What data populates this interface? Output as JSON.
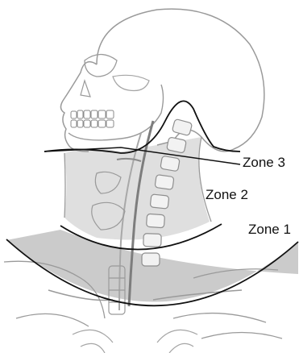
{
  "zones": {
    "zone3": "Zone 3",
    "zone2": "Zone 2",
    "zone1": "Zone 1"
  },
  "colors": {
    "zone_fill": "#bdbdbd",
    "line": "#111111",
    "sketch": "#9a9a9a"
  }
}
